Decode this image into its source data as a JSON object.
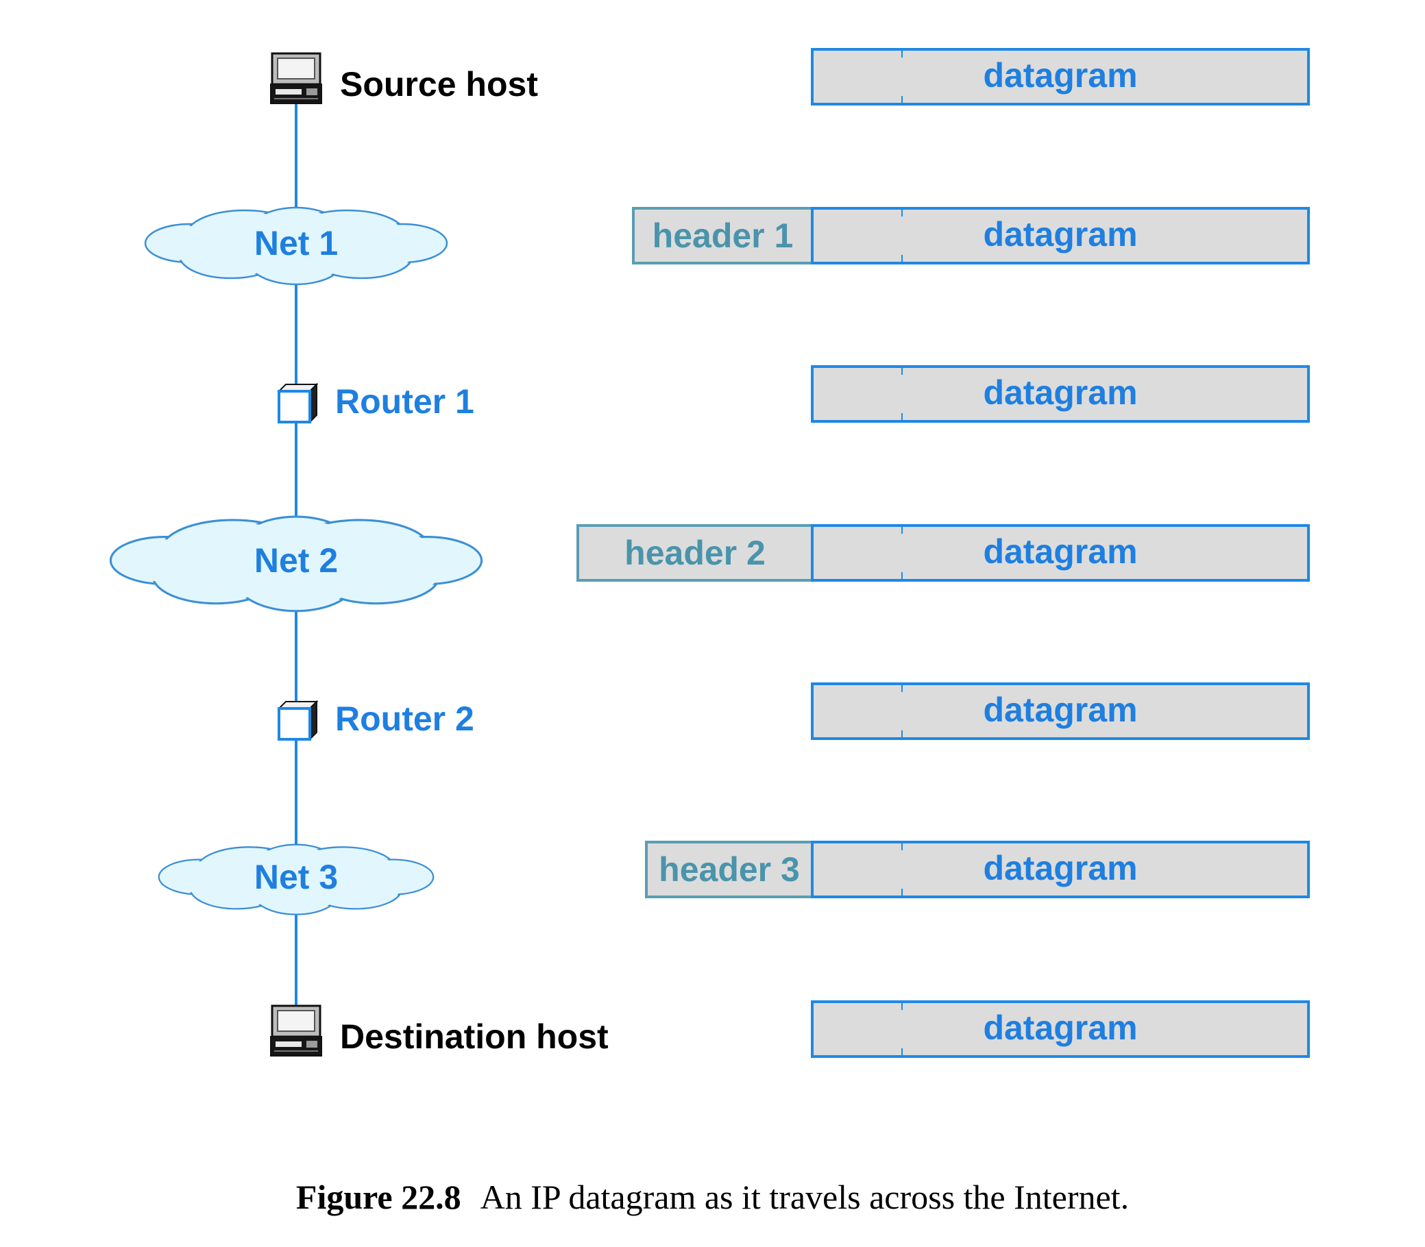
{
  "colors": {
    "line": "#1e88e5",
    "node_text": "#1e7fe0",
    "host_text": "#000000",
    "header_text": "#4a94ab",
    "header_border": "#5a9db3",
    "cloud_fill": "#e2f6fd",
    "cloud_stroke": "#3b8fd6",
    "box_fill": "#dcdcdc",
    "datagram_border": "#1e88e5",
    "datagram_text": "#1e7fe0"
  },
  "path": [
    {
      "type": "host",
      "label": "Source host",
      "icon": "computer-icon"
    },
    {
      "type": "network",
      "label": "Net 1",
      "icon": "cloud-icon"
    },
    {
      "type": "router",
      "label": "Router 1",
      "icon": "router-icon"
    },
    {
      "type": "network",
      "label": "Net 2",
      "icon": "cloud-icon"
    },
    {
      "type": "router",
      "label": "Router 2",
      "icon": "router-icon"
    },
    {
      "type": "network",
      "label": "Net 3",
      "icon": "cloud-icon"
    },
    {
      "type": "host",
      "label": "Destination host",
      "icon": "computer-icon"
    }
  ],
  "packets": [
    {
      "header": null,
      "datagram": "datagram"
    },
    {
      "header": "header 1",
      "datagram": "datagram"
    },
    {
      "header": null,
      "datagram": "datagram"
    },
    {
      "header": "header 2",
      "datagram": "datagram"
    },
    {
      "header": null,
      "datagram": "datagram"
    },
    {
      "header": "header 3",
      "datagram": "datagram"
    },
    {
      "header": null,
      "datagram": "datagram"
    }
  ],
  "caption": {
    "figure_number": "Figure 22.8",
    "text": "An IP datagram as it travels across the Internet."
  }
}
